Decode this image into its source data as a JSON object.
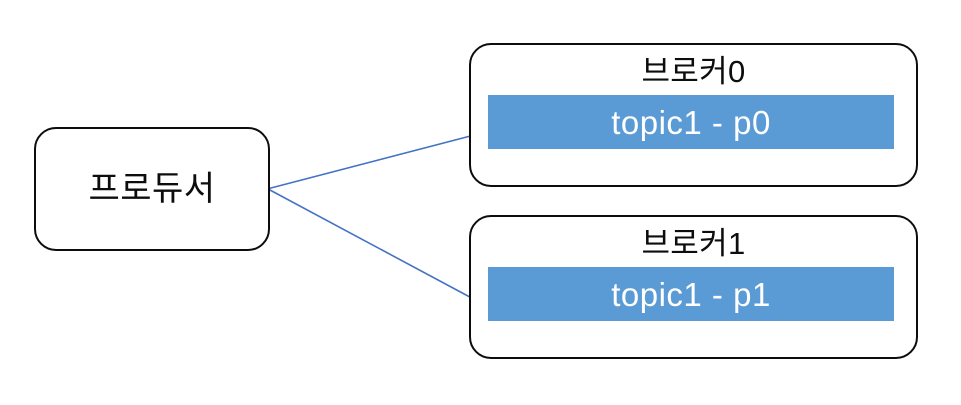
{
  "diagram": {
    "title": "Kafka producer to broker partition diagram",
    "colors": {
      "partition_fill": "#5b9bd5",
      "arrow": "#4472c4",
      "box_border": "#0d0d0d",
      "background": "#ffffff",
      "partition_text": "#ffffff",
      "box_text": "#0d0d0d"
    },
    "producer": {
      "label": "프로듀서"
    },
    "brokers": [
      {
        "title": "브로커0",
        "partition": "topic1 - p0"
      },
      {
        "title": "브로커1",
        "partition": "topic1 - p1"
      }
    ],
    "arrows": [
      {
        "from": "프로듀서",
        "to": "topic1 - p0"
      },
      {
        "from": "프로듀서",
        "to": "topic1 - p1"
      }
    ]
  }
}
